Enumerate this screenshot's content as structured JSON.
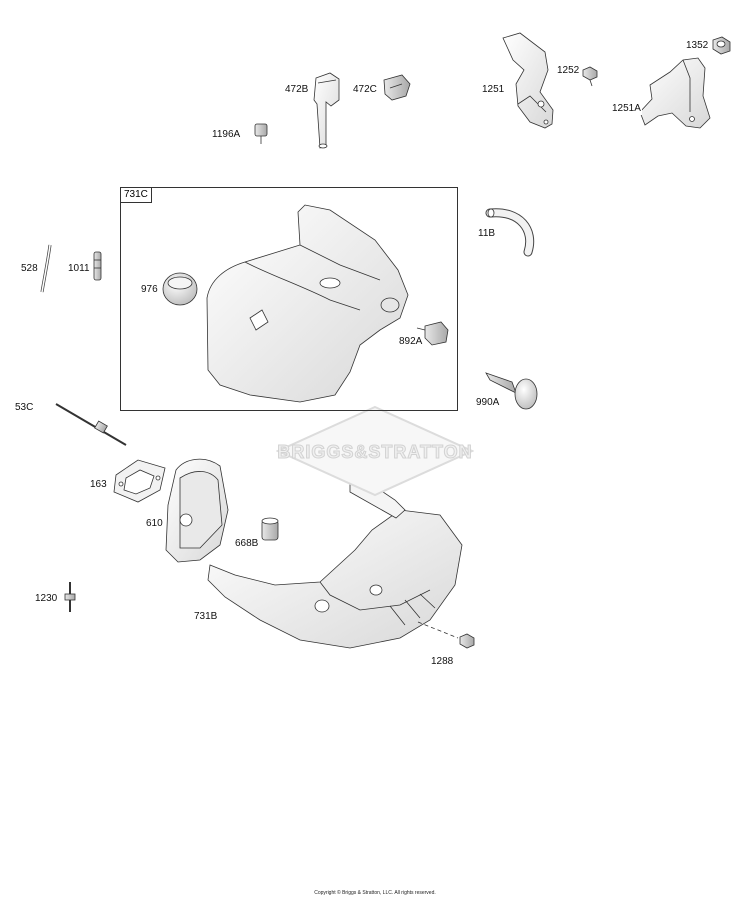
{
  "diagram": {
    "inset_label": "731C",
    "watermark": "BRIGGS&STRATTON",
    "copyright": "Copyright © Briggs & Stratton, LLC. All rights reserved.",
    "parts": {
      "p1352": "1352",
      "p1252": "1252",
      "p1251": "1251",
      "p1251a": "1251A",
      "p472b": "472B",
      "p472c": "472C",
      "p1196a": "1196A",
      "p11b": "11B",
      "p528": "528",
      "p1011": "1011",
      "p976": "976",
      "p892a": "892A",
      "p53c": "53C",
      "p990a": "990A",
      "p163": "163",
      "p610": "610",
      "p668b": "668B",
      "p1230": "1230",
      "p731b": "731B",
      "p1288": "1288"
    }
  }
}
